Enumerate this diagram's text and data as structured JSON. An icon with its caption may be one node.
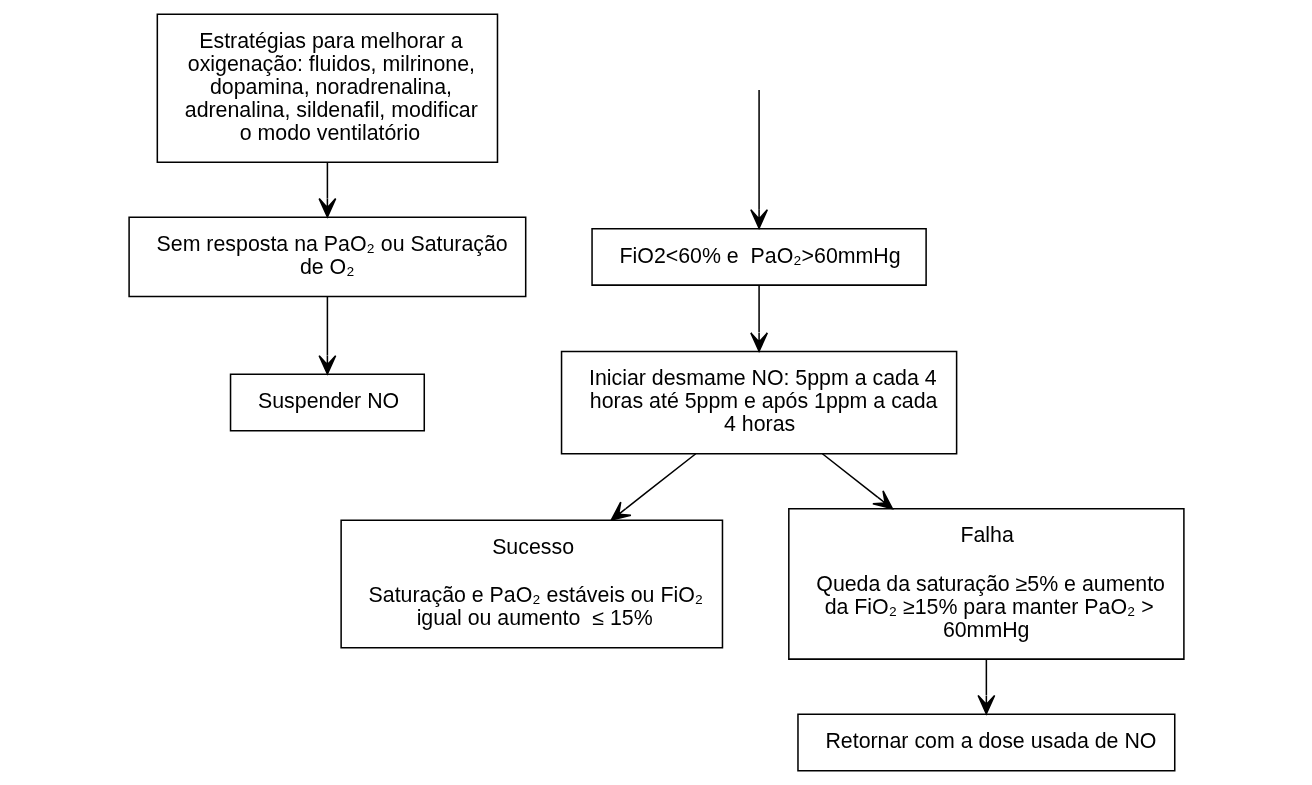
{
  "diagram": {
    "nodes": [
      {
        "text": [
          "Estratégias para melhorar a oxigenação: fluidos, milrinone, dopamina, noradrenalina, adrenalina, sildenafil, modificar o modo ventilatório"
        ]
      },
      {
        "text": [
          "Sem resposta na PaO₂ ou Saturação de O₂"
        ]
      },
      {
        "text": [
          "Suspender NO"
        ]
      },
      {
        "text": [
          "FiO2<60% e  PaO₂>60mmHg"
        ]
      },
      {
        "text": [
          "Iniciar desmame NO: 5ppm a cada 4 horas até 5ppm e após 1ppm a cada 4 horas"
        ]
      },
      {
        "text": [
          "Sucesso",
          "Saturação e PaO₂ estáveis ou FiO₂ igual ou aumento  ≤ 15%"
        ]
      },
      {
        "text": [
          "Falha",
          "Queda da saturação ≥5% e aumento da FiO₂ ≥15% para manter PaO₂ > 60mmHg"
        ]
      },
      {
        "text": [
          "Retornar com a dose usada de NO"
        ]
      }
    ],
    "edges": [
      {
        "from": 0,
        "to": 1,
        "arrow": "to"
      },
      {
        "from": 1,
        "to": 2,
        "arrow": "to"
      },
      {
        "from": null,
        "to": 3,
        "arrow": "to"
      },
      {
        "from": 3,
        "to": 4,
        "arrow": "to"
      },
      {
        "from": 4,
        "to": 5,
        "arrow": "to"
      },
      {
        "from": 4,
        "to": 6,
        "arrow": "to"
      },
      {
        "from": 6,
        "to": 7,
        "arrow": "to"
      }
    ]
  }
}
